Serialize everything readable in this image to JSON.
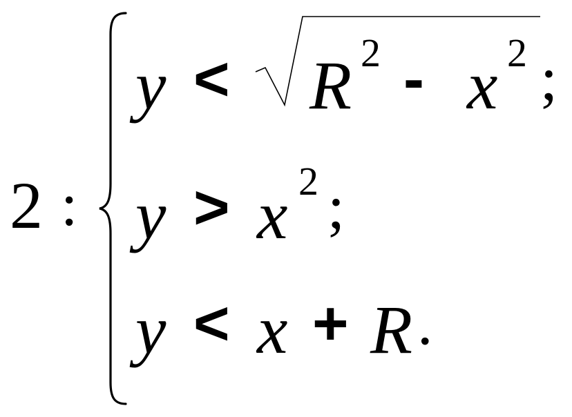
{
  "label": "2",
  "separator": ":",
  "rows": [
    {
      "lhs": "y",
      "rel": "<",
      "radicand": {
        "term1_base": "R",
        "term1_exp": "2",
        "minus": "-",
        "term2_base": "x",
        "term2_exp": "2"
      },
      "end": ";"
    },
    {
      "lhs": "y",
      "rel": ">",
      "rhs_base": "x",
      "rhs_exp": "2",
      "end": ";"
    },
    {
      "lhs": "y",
      "rel": "<",
      "rhs1": "x",
      "plus": "+",
      "rhs2": "R",
      "end": "."
    }
  ]
}
